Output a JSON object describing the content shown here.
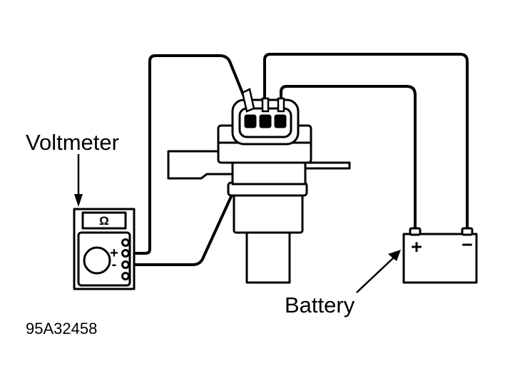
{
  "labels": {
    "voltmeter": "Voltmeter",
    "battery": "Battery",
    "figure_id": "95A32458"
  },
  "voltmeter": {
    "display_symbol": "Ω",
    "plus_sign": "+",
    "minus_sign": "-"
  },
  "battery": {
    "positive_terminal": "+",
    "negative_terminal": "−"
  },
  "colors": {
    "line": "#000000",
    "background": "#ffffff"
  }
}
